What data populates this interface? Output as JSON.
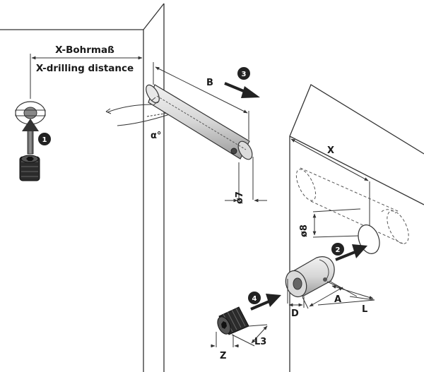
{
  "heading": {
    "line1": "X-Bohrmaß",
    "line2": "X-drilling distance"
  },
  "dimensions": {
    "B": "B",
    "alpha": "α°",
    "d7": "ø7",
    "X": "X",
    "d8": "ø8",
    "A": "A",
    "L": "L",
    "D": "D",
    "Z": "Z",
    "L3": "L3"
  },
  "steps": [
    "1",
    "2",
    "3",
    "4"
  ],
  "colors": {
    "line": "#333333",
    "badge": "#222222",
    "part_fill": "#e4e4e4",
    "part_dark": "#b0b0b0"
  }
}
